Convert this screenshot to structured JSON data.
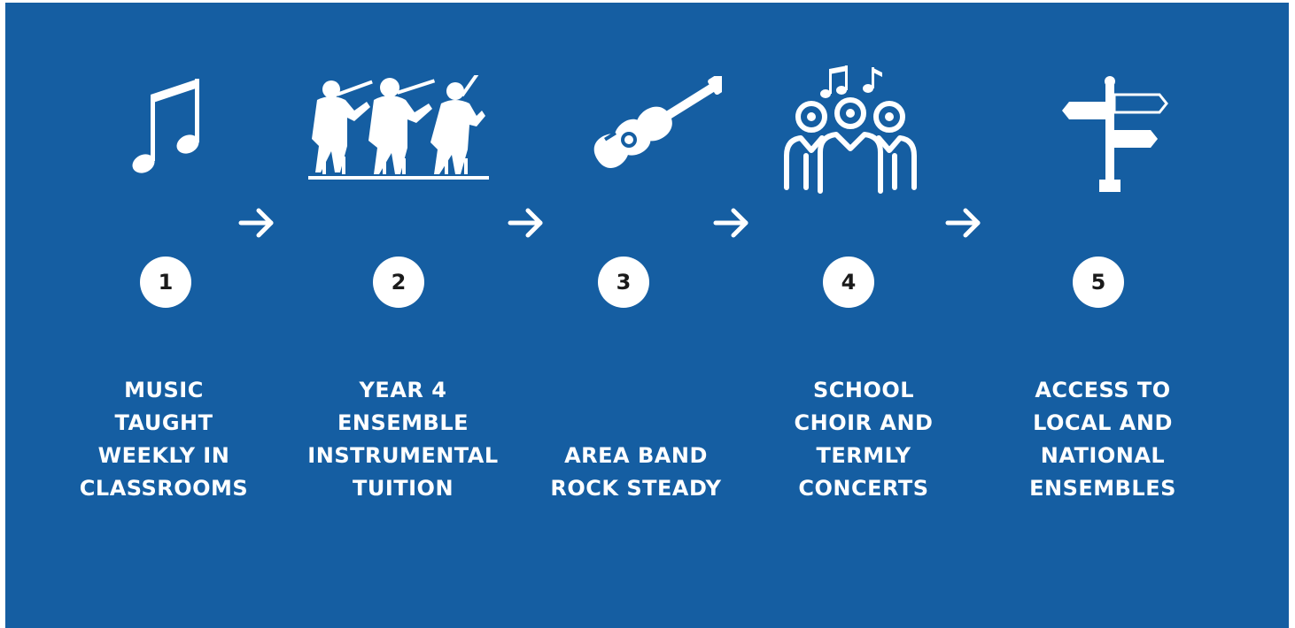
{
  "colors": {
    "background": "#155ea2",
    "foreground": "#ffffff",
    "number_text": "#1a1a1a"
  },
  "steps": [
    {
      "number": "1",
      "icon": "music-note-icon",
      "lines": [
        "MUSIC",
        "TAUGHT",
        "WEEKLY IN",
        "CLASSROOMS"
      ]
    },
    {
      "number": "2",
      "icon": "string-ensemble-icon",
      "lines": [
        "YEAR 4",
        "ENSEMBLE",
        "INSTRUMENTAL",
        "TUITION"
      ]
    },
    {
      "number": "3",
      "icon": "guitar-icon",
      "lines": [
        "AREA BAND",
        "ROCK STEADY"
      ]
    },
    {
      "number": "4",
      "icon": "choir-icon",
      "lines": [
        "SCHOOL",
        "CHOIR AND",
        "TERMLY",
        "CONCERTS"
      ]
    },
    {
      "number": "5",
      "icon": "signpost-icon",
      "lines": [
        "ACCESS TO",
        "LOCAL AND",
        "NATIONAL",
        "ENSEMBLES"
      ]
    }
  ],
  "arrows": [
    "arrow-right-icon",
    "arrow-right-icon",
    "arrow-right-icon",
    "arrow-right-icon"
  ]
}
